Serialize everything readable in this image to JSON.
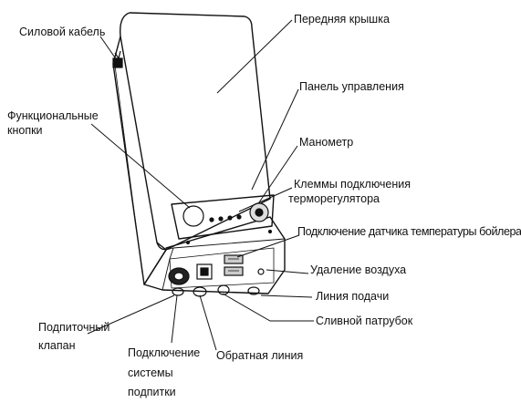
{
  "labels": {
    "power_cable": "Силовой кабель",
    "front_cover": "Передняя крышка",
    "control_panel": "Панель управления",
    "function_buttons_1": "Функциональные",
    "function_buttons_2": "кнопки",
    "manometer": "Манометр",
    "terminals_1": "Клеммы подключения",
    "terminals_2": "терморегулятора",
    "boiler_sensor": "Подключение датчика температуры бойлера",
    "air_removal": "Удаление воздуха",
    "supply_line": "Линия подачи",
    "drain_pipe": "Сливной патрубок",
    "makeup_valve_1": "Подпиточный",
    "makeup_valve_2": "клапан",
    "makeup_system_1": "Подключение",
    "makeup_system_2": "системы",
    "makeup_system_3": "подпитки",
    "return_line": "Обратная линия"
  }
}
